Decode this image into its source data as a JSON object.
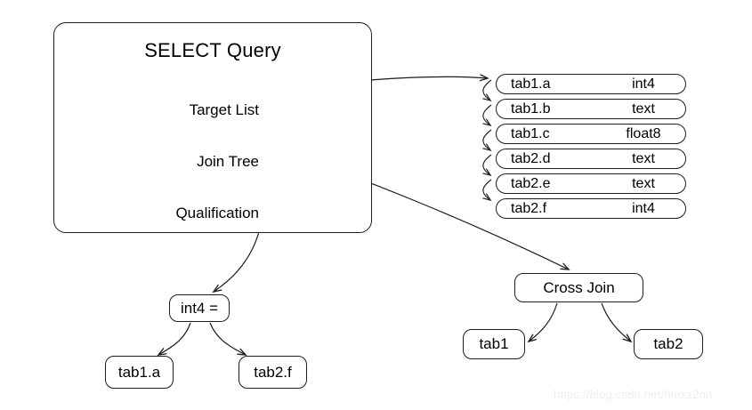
{
  "diagram": {
    "title": "SELECT Query",
    "labels": {
      "target_list": "Target List",
      "join_tree": "Join Tree",
      "qualification": "Qualification"
    },
    "target_list": [
      {
        "name": "tab1.a",
        "type": "int4"
      },
      {
        "name": "tab1.b",
        "type": "text"
      },
      {
        "name": "tab1.c",
        "type": "float8"
      },
      {
        "name": "tab2.d",
        "type": "text"
      },
      {
        "name": "tab2.e",
        "type": "text"
      },
      {
        "name": "tab2.f",
        "type": "int4"
      }
    ],
    "qualification_tree": {
      "operator": "int4 =",
      "left_operand": "tab1.a",
      "right_operand": "tab2.f"
    },
    "join_tree": {
      "node": "Cross Join",
      "left_relation": "tab1",
      "right_relation": "tab2"
    },
    "watermark": "https://blog.csdn.net/hmxz2nn",
    "colors": {
      "stroke": "#1c1c1c",
      "background": "#ffffff",
      "watermark": "#eeeeee"
    }
  }
}
